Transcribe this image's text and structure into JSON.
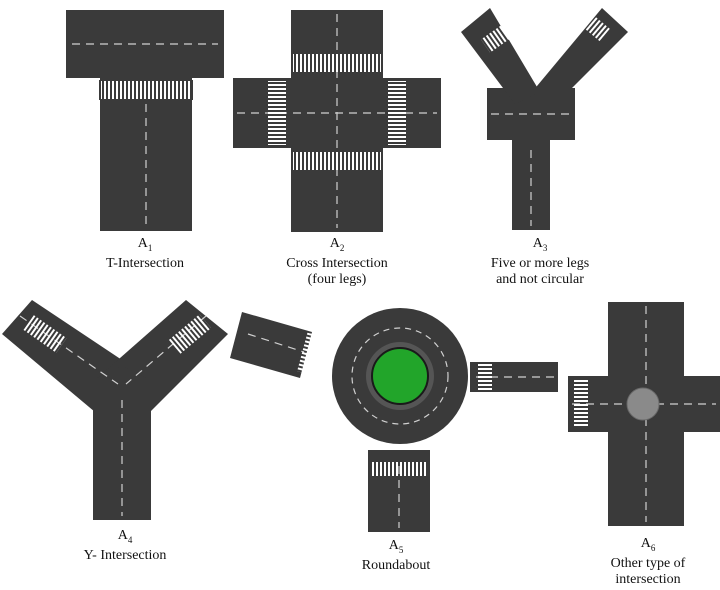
{
  "diagrams": [
    {
      "letter": "A",
      "index": "1",
      "lines": [
        "T-Intersection"
      ]
    },
    {
      "letter": "A",
      "index": "2",
      "lines": [
        "Cross Intersection",
        "(four legs)"
      ]
    },
    {
      "letter": "A",
      "index": "3",
      "lines": [
        "Five or more legs",
        "and not circular"
      ]
    },
    {
      "letter": "A",
      "index": "4",
      "lines": [
        "Y- Intersection"
      ]
    },
    {
      "letter": "A",
      "index": "5",
      "lines": [
        "Roundabout"
      ]
    },
    {
      "letter": "A",
      "index": "6",
      "lines": [
        "Other type of",
        "intersection"
      ]
    }
  ],
  "colors": {
    "road": "#3a3a3a",
    "road_edge": "#2a2a2a",
    "lane_marking": "#d9d9d9",
    "crosswalk": "#ffffff",
    "island": "#22a52a",
    "island_ring": "#555555",
    "center_circle": "#8a8a8a"
  }
}
